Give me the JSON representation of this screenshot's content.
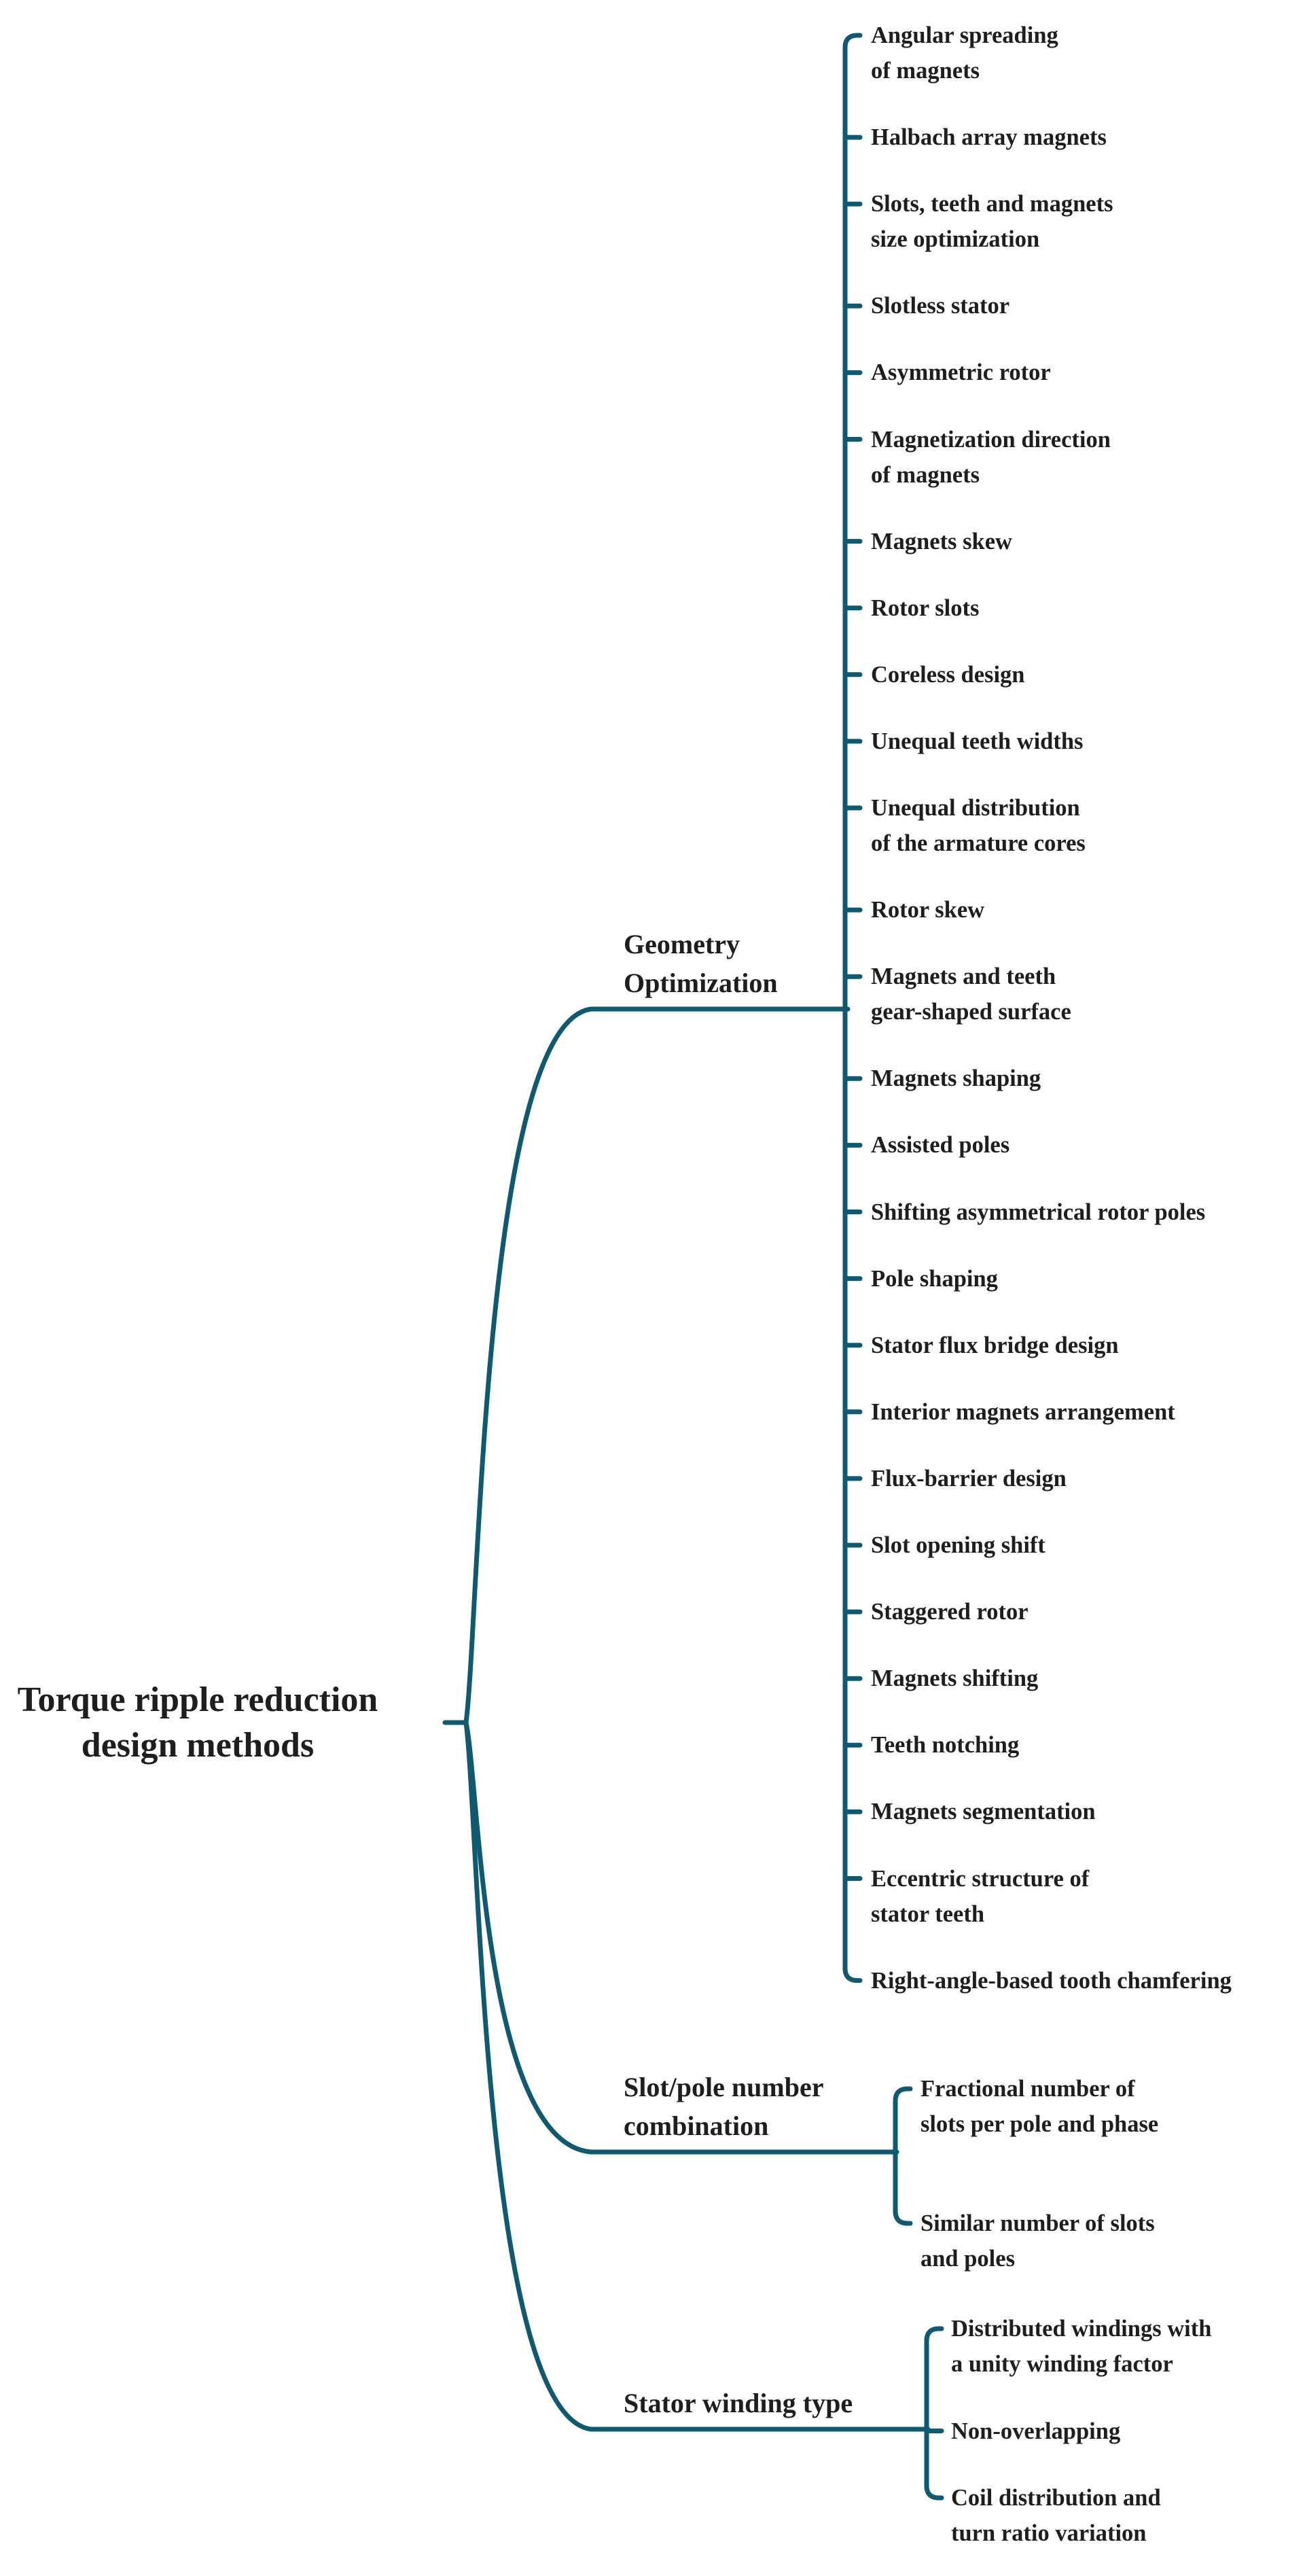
{
  "colors": {
    "connector": "#0f5a70",
    "text": "#1e1e1e",
    "background": "#ffffff"
  },
  "root": {
    "lines": [
      "Torque ripple reduction",
      "design methods"
    ]
  },
  "categories": [
    {
      "lines": [
        "Geometry",
        "Optimization"
      ],
      "items": [
        [
          "Angular spreading",
          "of magnets"
        ],
        [
          "Halbach array magnets"
        ],
        [
          "Slots, teeth and magnets",
          "size optimization"
        ],
        [
          "Slotless stator"
        ],
        [
          "Asymmetric rotor"
        ],
        [
          "Magnetization direction",
          "of magnets"
        ],
        [
          "Magnets skew"
        ],
        [
          "Rotor slots"
        ],
        [
          "Coreless design"
        ],
        [
          "Unequal teeth widths"
        ],
        [
          "Unequal distribution",
          "of the armature cores"
        ],
        [
          "Rotor skew"
        ],
        [
          "Magnets and teeth",
          "gear-shaped surface"
        ],
        [
          "Magnets shaping"
        ],
        [
          "Assisted poles"
        ],
        [
          "Shifting asymmetrical rotor poles"
        ],
        [
          "Pole shaping"
        ],
        [
          "Stator flux bridge design"
        ],
        [
          "Interior magnets arrangement"
        ],
        [
          "Flux-barrier design"
        ],
        [
          "Slot opening shift"
        ],
        [
          "Staggered rotor"
        ],
        [
          "Magnets shifting"
        ],
        [
          "Teeth notching"
        ],
        [
          "Magnets segmentation"
        ],
        [
          "Eccentric structure of",
          "stator teeth"
        ],
        [
          "Right-angle-based tooth chamfering"
        ]
      ]
    },
    {
      "lines": [
        "Slot/pole number",
        "combination"
      ],
      "items": [
        [
          "Fractional number of",
          "slots per pole and phase"
        ],
        [
          "Similar number of slots",
          "and poles"
        ]
      ]
    },
    {
      "lines": [
        "Stator winding type"
      ],
      "items": [
        [
          "Distributed windings with",
          "a unity winding factor"
        ],
        [
          "Non-overlapping"
        ],
        [
          "Coil distribution and",
          "turn ratio variation"
        ]
      ]
    }
  ]
}
